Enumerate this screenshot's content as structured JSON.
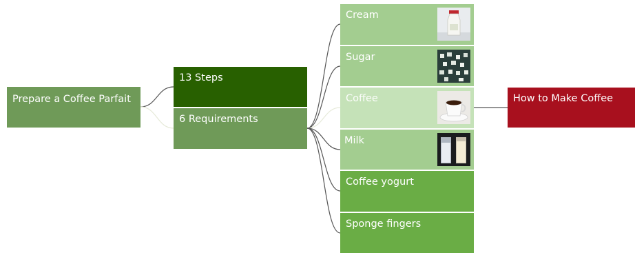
{
  "colors": {
    "root": "#6f9a58",
    "steps": "#286000",
    "requirements": "#6f9a58",
    "ingredient_light": "#a3cd90",
    "ingredient_highlight": "#c5e2b8",
    "ingredient_dark": "#6aad45",
    "link": "#a8101e",
    "connector": "#555555"
  },
  "root": {
    "label": "Prepare a Coffee Parfait"
  },
  "branches": [
    {
      "label": "13 Steps"
    },
    {
      "label": "6 Requirements"
    }
  ],
  "requirements": [
    {
      "label": "Cream",
      "image": "cream-bottle-photo"
    },
    {
      "label": "Sugar",
      "image": "sugar-cubes-photo"
    },
    {
      "label": "Coffee",
      "image": "coffee-cup-photo"
    },
    {
      "label": "Milk",
      "image": "milk-glasses-photo"
    },
    {
      "label": "Coffee yogurt"
    },
    {
      "label": "Sponge fingers"
    }
  ],
  "link": {
    "label": "How to Make Coffee"
  }
}
